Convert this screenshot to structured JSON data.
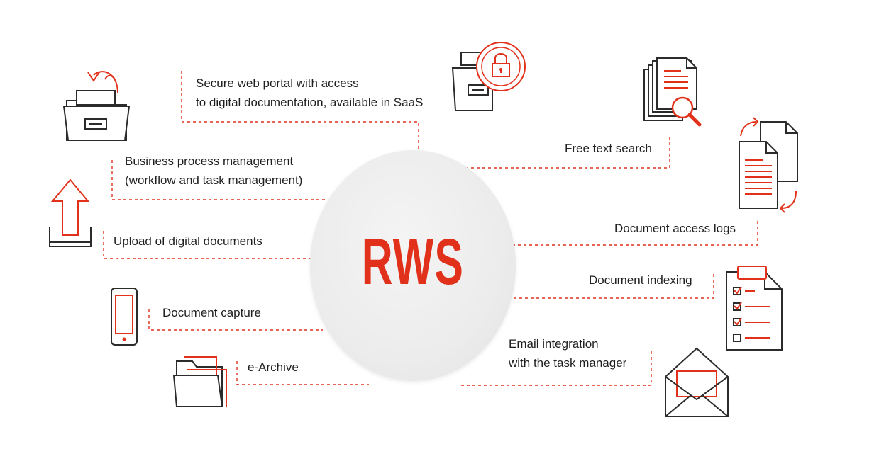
{
  "hub": {
    "title": "RWS"
  },
  "features": {
    "secure_portal": "Secure web portal with access\nto digital documentation, available in SaaS",
    "bpm": "Business process management\n(workflow and task management)",
    "upload": "Upload of digital documents",
    "capture": "Document capture",
    "e_archive": "e-Archive",
    "free_text_search": "Free text search",
    "access_logs": "Document access logs",
    "indexing": "Document indexing",
    "email_integration": "Email integration\nwith the task manager"
  },
  "colors": {
    "accent": "#e2311b",
    "line": "#e2311b",
    "icon_stroke": "#2b2b2b",
    "hub_fill": "#ececec"
  },
  "icons": [
    "folder-return-arrow-icon",
    "upload-arrow-icon",
    "tablet-icon",
    "open-folder-icon",
    "folder-lock-icon",
    "document-search-icon",
    "document-sync-icon",
    "checklist-clipboard-icon",
    "envelope-letter-icon"
  ]
}
